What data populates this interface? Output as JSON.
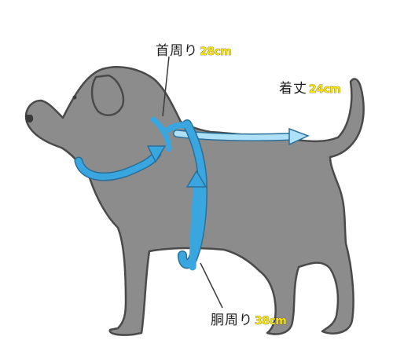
{
  "measurements": {
    "neck": {
      "label": "首周り",
      "value": "28cm"
    },
    "back": {
      "label": "着丈",
      "value": "24cm"
    },
    "chest": {
      "label": "胴周り",
      "value": "38cm"
    }
  },
  "colors": {
    "dog_body": "#8c8c8c",
    "dog_outline": "#4a4a4a",
    "harness_arrow": "#3aa6e0",
    "value_text": "#ffe600"
  },
  "icons": [
    "dog-silhouette",
    "neck-loop-arrow",
    "chest-loop-arrow",
    "back-length-arrow"
  ]
}
